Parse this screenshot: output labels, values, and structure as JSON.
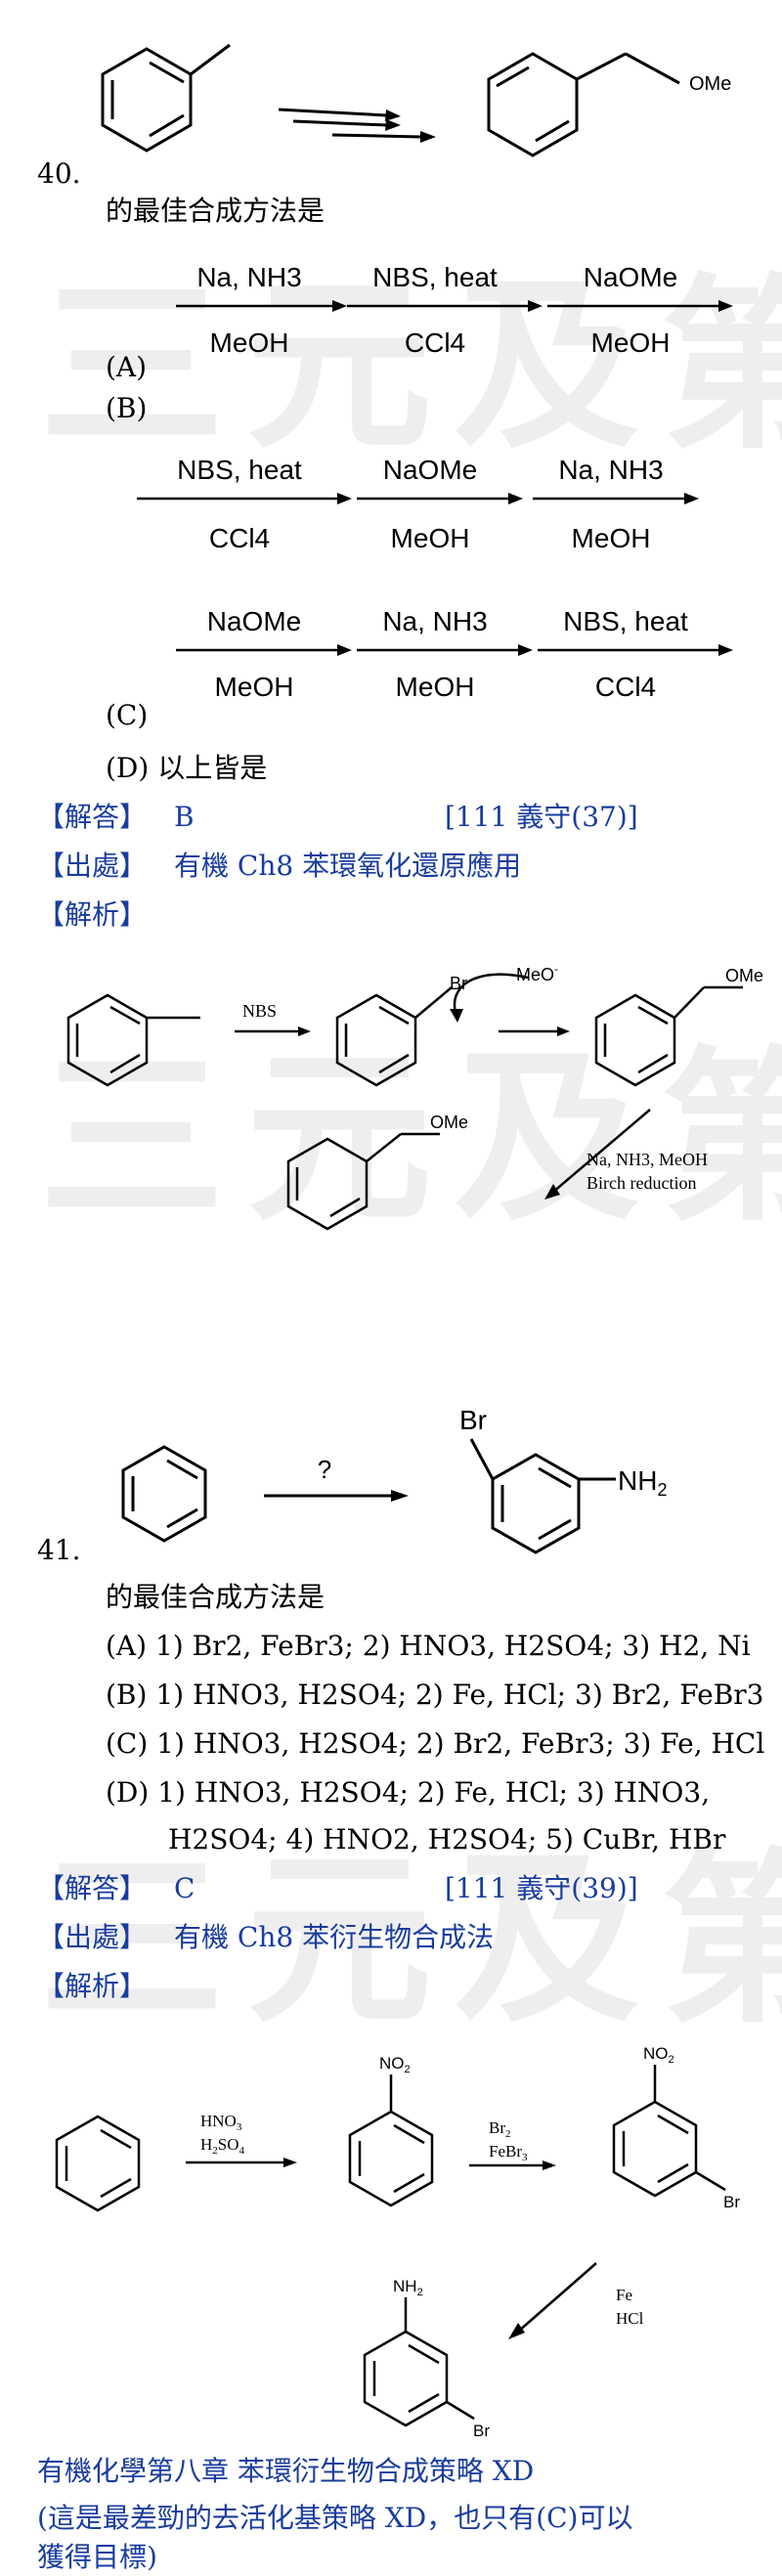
{
  "watermark": "三元及第",
  "q40": {
    "number": "40.",
    "substituent_label": "OMe",
    "stem": "的最佳合成方法是",
    "option_a_label": "(A)",
    "option_a_steps": [
      {
        "above": "Na, NH3",
        "below": "MeOH"
      },
      {
        "above": "NBS, heat",
        "below": "CCl4"
      },
      {
        "above": "NaOMe",
        "below": "MeOH"
      }
    ],
    "option_b_label": "(B)",
    "option_b_steps": [
      {
        "above": "NBS, heat",
        "below": "CCl4"
      },
      {
        "above": "NaOMe",
        "below": "MeOH"
      },
      {
        "above": "Na, NH3",
        "below": "MeOH"
      }
    ],
    "option_c_label": "(C)",
    "option_c_steps": [
      {
        "above": "NaOMe",
        "below": "MeOH"
      },
      {
        "above": "Na, NH3",
        "below": "MeOH"
      },
      {
        "above": "NBS, heat",
        "below": "CCl4"
      }
    ],
    "option_d": "(D)  以上皆是",
    "answer_label": "【解答】",
    "answer_value": "B",
    "answer_source": "[111 義守(37)]",
    "origin_label": "【出處】",
    "origin_value": "有機 Ch8   苯環氧化還原應用",
    "analysis_label": "【解析】",
    "scheme": {
      "nbs": "NBS",
      "br": "Br",
      "meo_minus": "MeO",
      "ome": "OMe",
      "birch_line1": "Na, NH3, MeOH",
      "birch_line2": "Birch reduction"
    }
  },
  "q41": {
    "number": "41.",
    "question_mark": "?",
    "br": "Br",
    "nh2": "NH2",
    "stem": "的最佳合成方法是",
    "options": [
      "(A) 1) Br2, FeBr3; 2) HNO3, H2SO4; 3) H2, Ni",
      "(B) 1) HNO3, H2SO4; 2) Fe, HCl; 3) Br2, FeBr3",
      "(C) 1) HNO3, H2SO4; 2) Br2, FeBr3; 3) Fe, HCl",
      "(D) 1) HNO3, H2SO4; 2) Fe, HCl; 3) HNO3,",
      "H2SO4; 4) HNO2, H2SO4; 5) CuBr, HBr"
    ],
    "answer_label": "【解答】",
    "answer_value": "C",
    "answer_source": "[111 義守(39)]",
    "origin_label": "【出處】",
    "origin_value": "有機 Ch8  苯衍生物合成法",
    "analysis_label": "【解析】",
    "scheme": {
      "hno3": "HNO3",
      "h2so4": "H2SO4",
      "no2": "NO2",
      "br2": "Br2",
      "febr3": "FeBr3",
      "fe": "Fe",
      "hcl": "HCl",
      "nh2": "NH2",
      "br": "Br"
    }
  },
  "footer": {
    "line1": "有機化學第八章   苯環衍生物合成策略 XD",
    "line2": "(這是最差勁的去活化基策略 XD，也只有(C)可以",
    "line3": "獲得目標)"
  }
}
